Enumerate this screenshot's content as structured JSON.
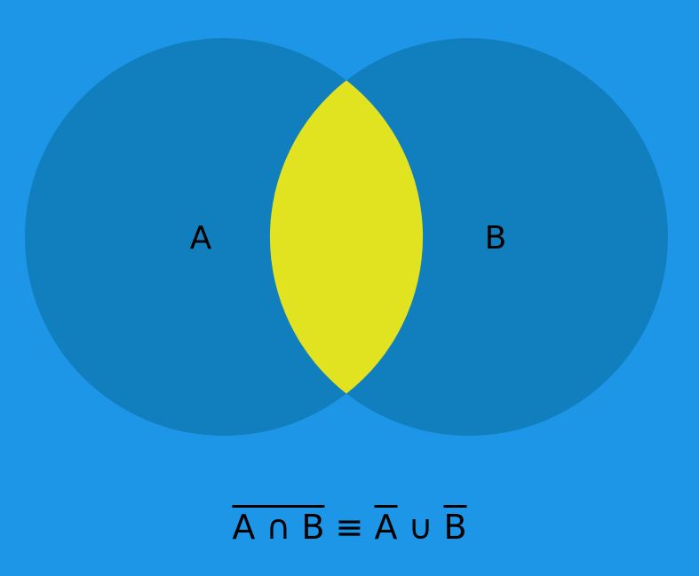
{
  "colors": {
    "background": "#1e96e8",
    "circle_fill": "#117fbe",
    "intersection_fill": "#e2e320",
    "text": "#000000"
  },
  "sets": {
    "a_label": "A",
    "b_label": "B"
  },
  "formula": {
    "left_expression": "A ∩ B",
    "equivalence_symbol": "≡",
    "complement_a": "A",
    "union_symbol": "∪",
    "complement_b": "B"
  }
}
